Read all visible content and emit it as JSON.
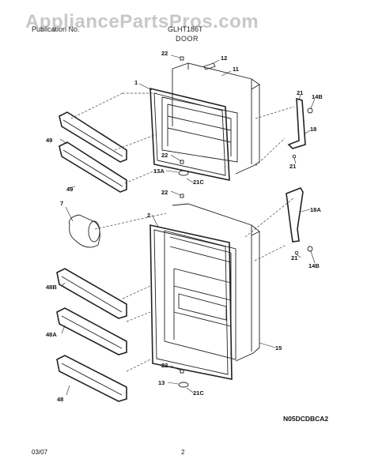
{
  "watermark": "AppliancePartsPros.com",
  "header": {
    "left": "Publication No.",
    "right": "GLHT186T",
    "section": "DOOR"
  },
  "diagram_code": "N05DCDBCA2",
  "footer": {
    "date": "03/07",
    "page": "2"
  },
  "labels": {
    "p22a": "22",
    "p12": "12",
    "p11": "11",
    "p1": "1",
    "p21a": "21",
    "p14Ba": "14B",
    "p18": "18",
    "p49a": "49",
    "p22b": "22",
    "p21b": "21",
    "p13A": "13A",
    "p21Ca": "21C",
    "p49b": "49",
    "p22c": "22",
    "p7": "7",
    "p2": "2",
    "p18A": "18A",
    "p21c": "21",
    "p14Bb": "14B",
    "p48B": "48B",
    "p48A": "48A",
    "p15": "15",
    "p22d": "22",
    "p13": "13",
    "p21Cb": "21C",
    "p48": "48"
  }
}
